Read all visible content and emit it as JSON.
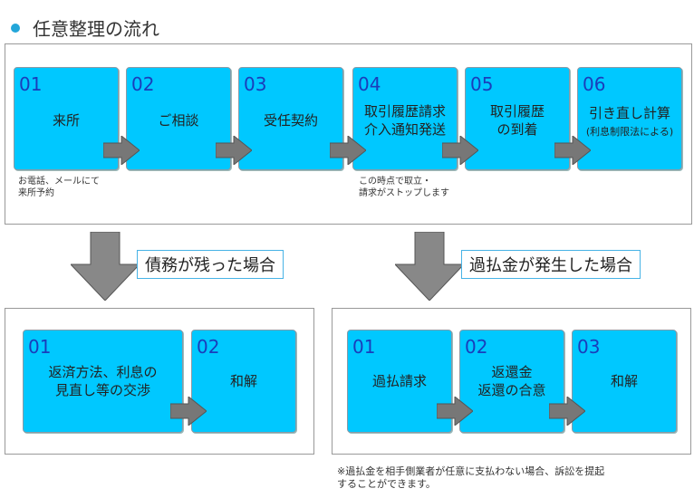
{
  "title": "任意整理の流れ",
  "top_steps": [
    {
      "num": "01",
      "lines": [
        "来所"
      ],
      "sub": ""
    },
    {
      "num": "02",
      "lines": [
        "ご相談"
      ],
      "sub": ""
    },
    {
      "num": "03",
      "lines": [
        "受任契約"
      ],
      "sub": ""
    },
    {
      "num": "04",
      "lines": [
        "取引履歴請求",
        "介入通知発送"
      ],
      "sub": ""
    },
    {
      "num": "05",
      "lines": [
        "取引履歴",
        "の到着"
      ],
      "sub": ""
    },
    {
      "num": "06",
      "lines": [
        "引き直し計算"
      ],
      "sub": "(利息制限法による)"
    }
  ],
  "notes": {
    "step1": [
      "お電話、メールにて",
      "来所予約"
    ],
    "step4": [
      "この時点で取立・",
      "請求がストップします"
    ]
  },
  "branch_left": {
    "label": "債務が残った場合",
    "steps": [
      {
        "num": "01",
        "lines": [
          "返済方法、利息の",
          "見直し等の交渉"
        ]
      },
      {
        "num": "02",
        "lines": [
          "和解"
        ]
      }
    ]
  },
  "branch_right": {
    "label": "過払金が発生した場合",
    "steps": [
      {
        "num": "01",
        "lines": [
          "過払請求"
        ]
      },
      {
        "num": "02",
        "lines": [
          "返還金",
          "返還の合意"
        ]
      },
      {
        "num": "03",
        "lines": [
          "和解"
        ]
      }
    ]
  },
  "footnote": [
    "※過払金を相手側業者が任意に支払わない場合、訴訟を提起",
    "することができます。"
  ]
}
